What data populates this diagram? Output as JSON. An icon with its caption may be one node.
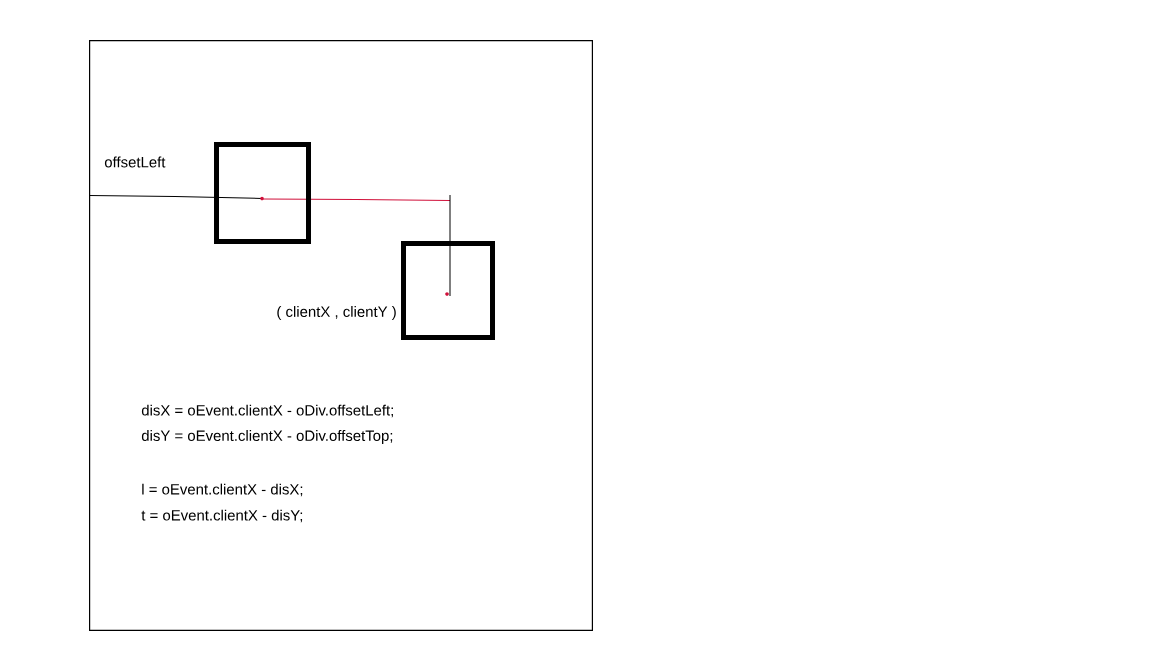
{
  "diagram": {
    "nodes": [
      {
        "text": [],
        "shape": "box"
      },
      {
        "text": [],
        "shape": "box",
        "in": 0
      },
      {
        "text": [],
        "shape": "box",
        "in": 0
      }
    ],
    "labels": [
      "offsetLeft",
      "( clientX , clientY )",
      "disX = oEvent.clientX - oDiv.offsetLeft;",
      "disY = oEvent.clientX - oDiv.offsetTop;",
      "l = oEvent.clientX - disX;",
      "t = oEvent.clientX - disY;"
    ]
  }
}
